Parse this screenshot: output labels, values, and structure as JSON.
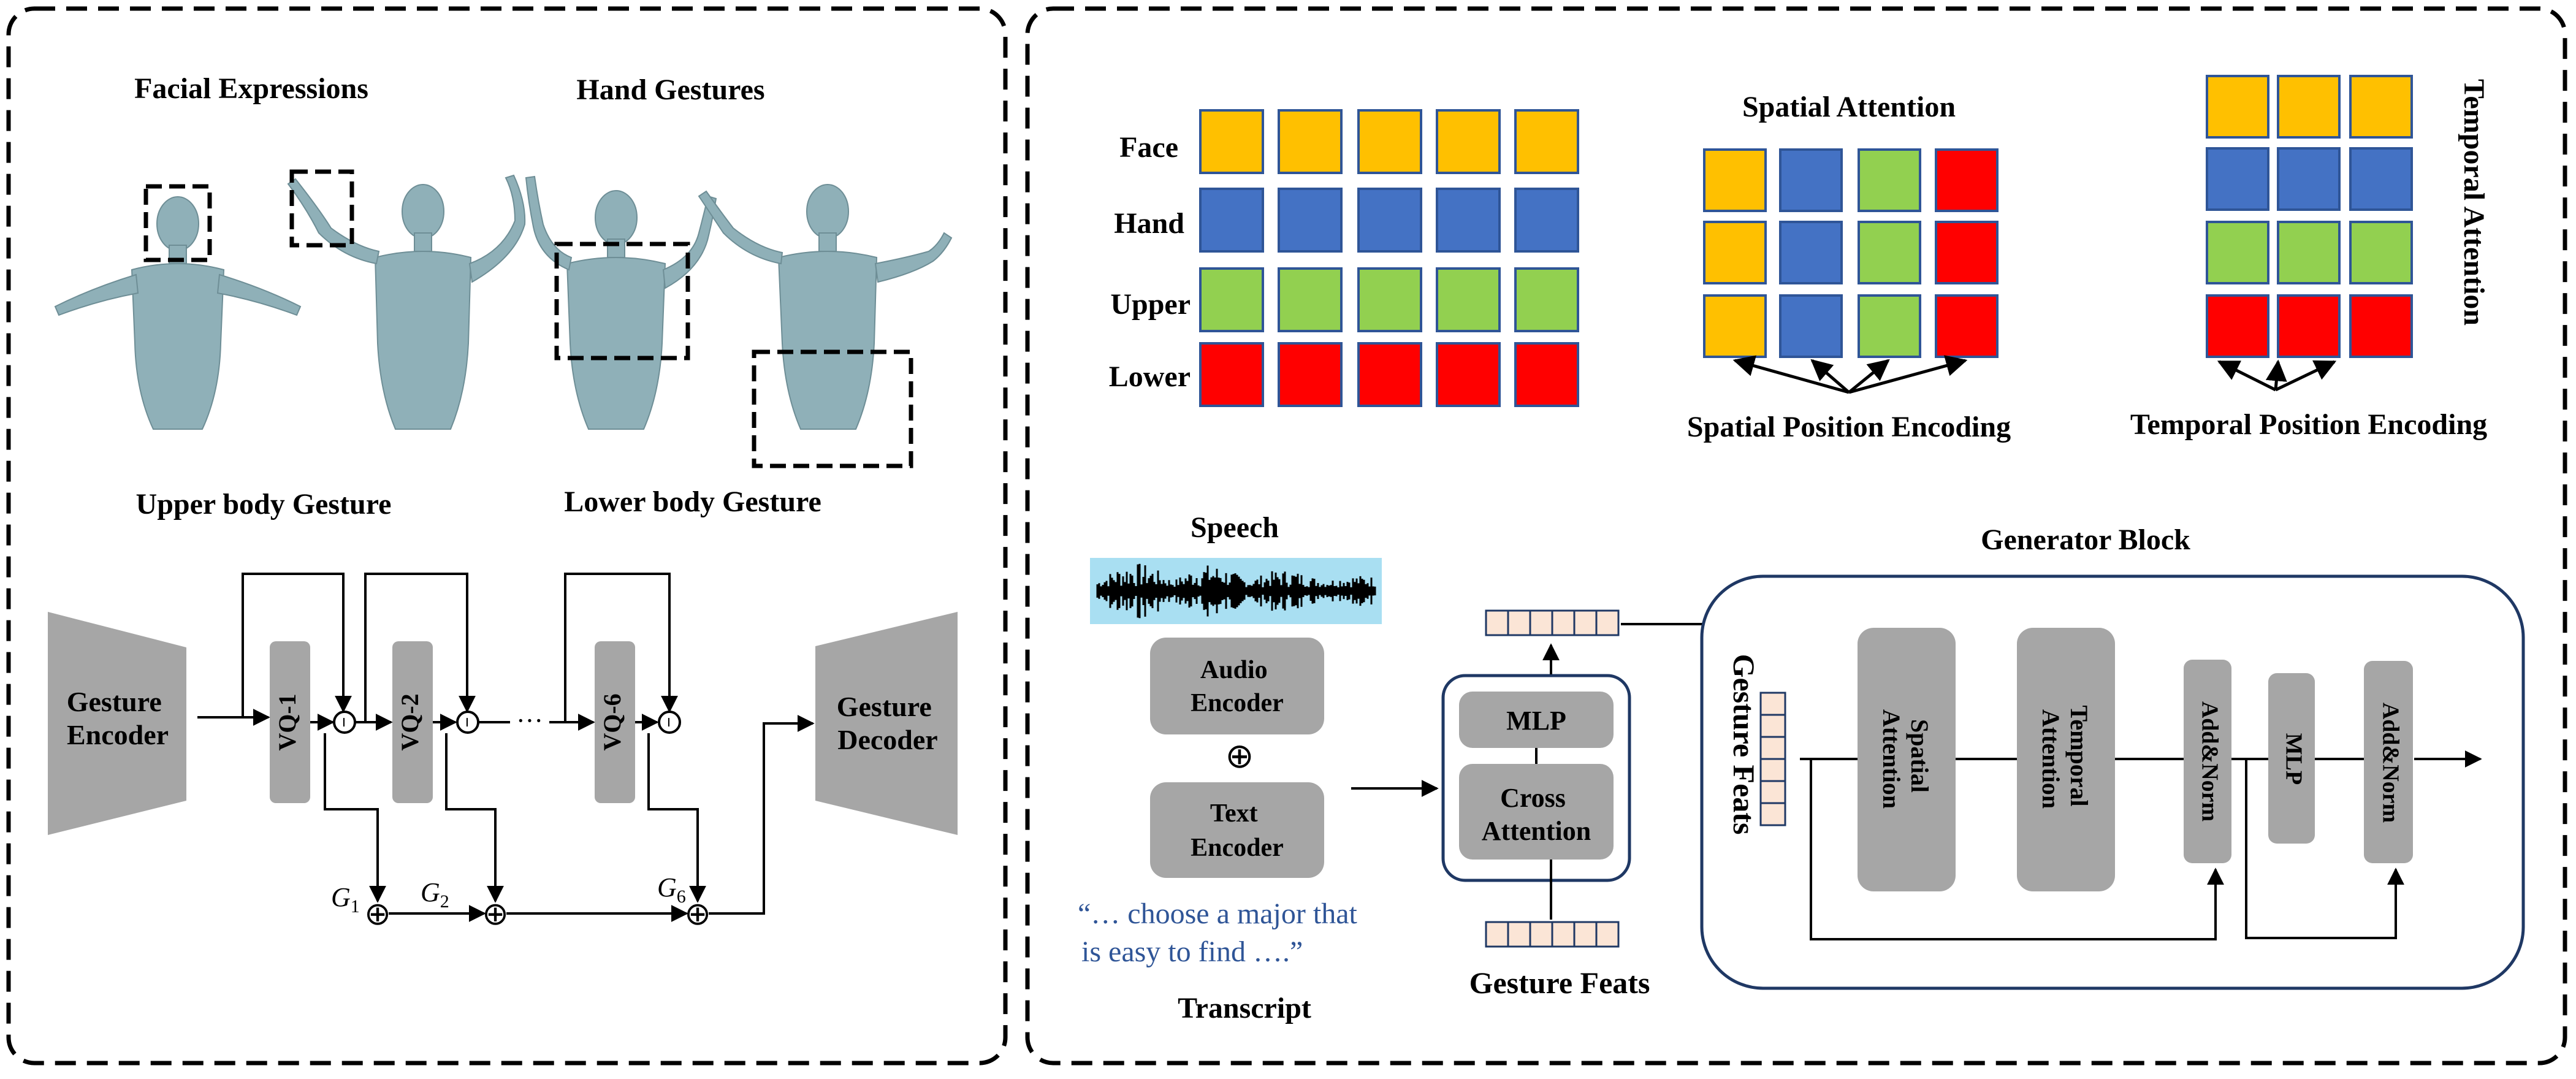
{
  "left_panel": {
    "labels": {
      "facial": "Facial Expressions",
      "hand": "Hand Gestures",
      "upper": "Upper body Gesture",
      "lower": "Lower body Gesture"
    },
    "encoder": [
      "Gesture",
      "Encoder"
    ],
    "decoder": [
      "Gesture",
      "Decoder"
    ],
    "vq_blocks": [
      "VQ-1",
      "VQ-2",
      "VQ-6"
    ],
    "residual_symbol": "−",
    "dots": "···",
    "sum_labels": [
      {
        "base": "G",
        "sub": "1"
      },
      {
        "base": "G",
        "sub": "2"
      },
      {
        "base": "G",
        "sub": "6"
      }
    ],
    "plus": "⊕"
  },
  "grid": {
    "rows": [
      "Face",
      "Hand",
      "Upper",
      "Lower"
    ],
    "cols": 5
  },
  "spatial": {
    "title": "Spatial Attention",
    "encoding_label": "Spatial Position Encoding"
  },
  "temporal": {
    "title": "Temporal Attention",
    "encoding_label": "Temporal Position Encoding"
  },
  "pipeline": {
    "speech_label": "Speech",
    "audio_encoder": [
      "Audio",
      "Encoder"
    ],
    "plus_symbol": "⊕",
    "text_encoder": [
      "Text",
      "Encoder"
    ],
    "quote": [
      "“… choose a major that",
      "is easy to find ….”"
    ],
    "transcript_label": "Transcript",
    "mlp": "MLP",
    "cross_attention": [
      "Cross",
      "Attention"
    ],
    "gesture_feats_bottom": "Gesture Feats",
    "gesture_feats_side": "Gesture Feats"
  },
  "generator": {
    "title": "Generator Block",
    "spatial_attention": [
      "Spatial",
      "Attention"
    ],
    "temporal_attention": [
      "Temporal",
      "Attention"
    ],
    "add_norm_1": "Add&Norm",
    "mlp": "MLP",
    "add_norm_2": "Add&Norm"
  },
  "colors": {
    "face": "#FFC000",
    "hand": "#4472C4",
    "upper": "#92D050",
    "lower": "#FF0000",
    "block_gray": "#A6A6A6",
    "token_fill": "#FBE5D6",
    "speech_bg": "#A9DFF2",
    "quote_blue": "#2F5597",
    "body_color": "#8FB0B8"
  }
}
